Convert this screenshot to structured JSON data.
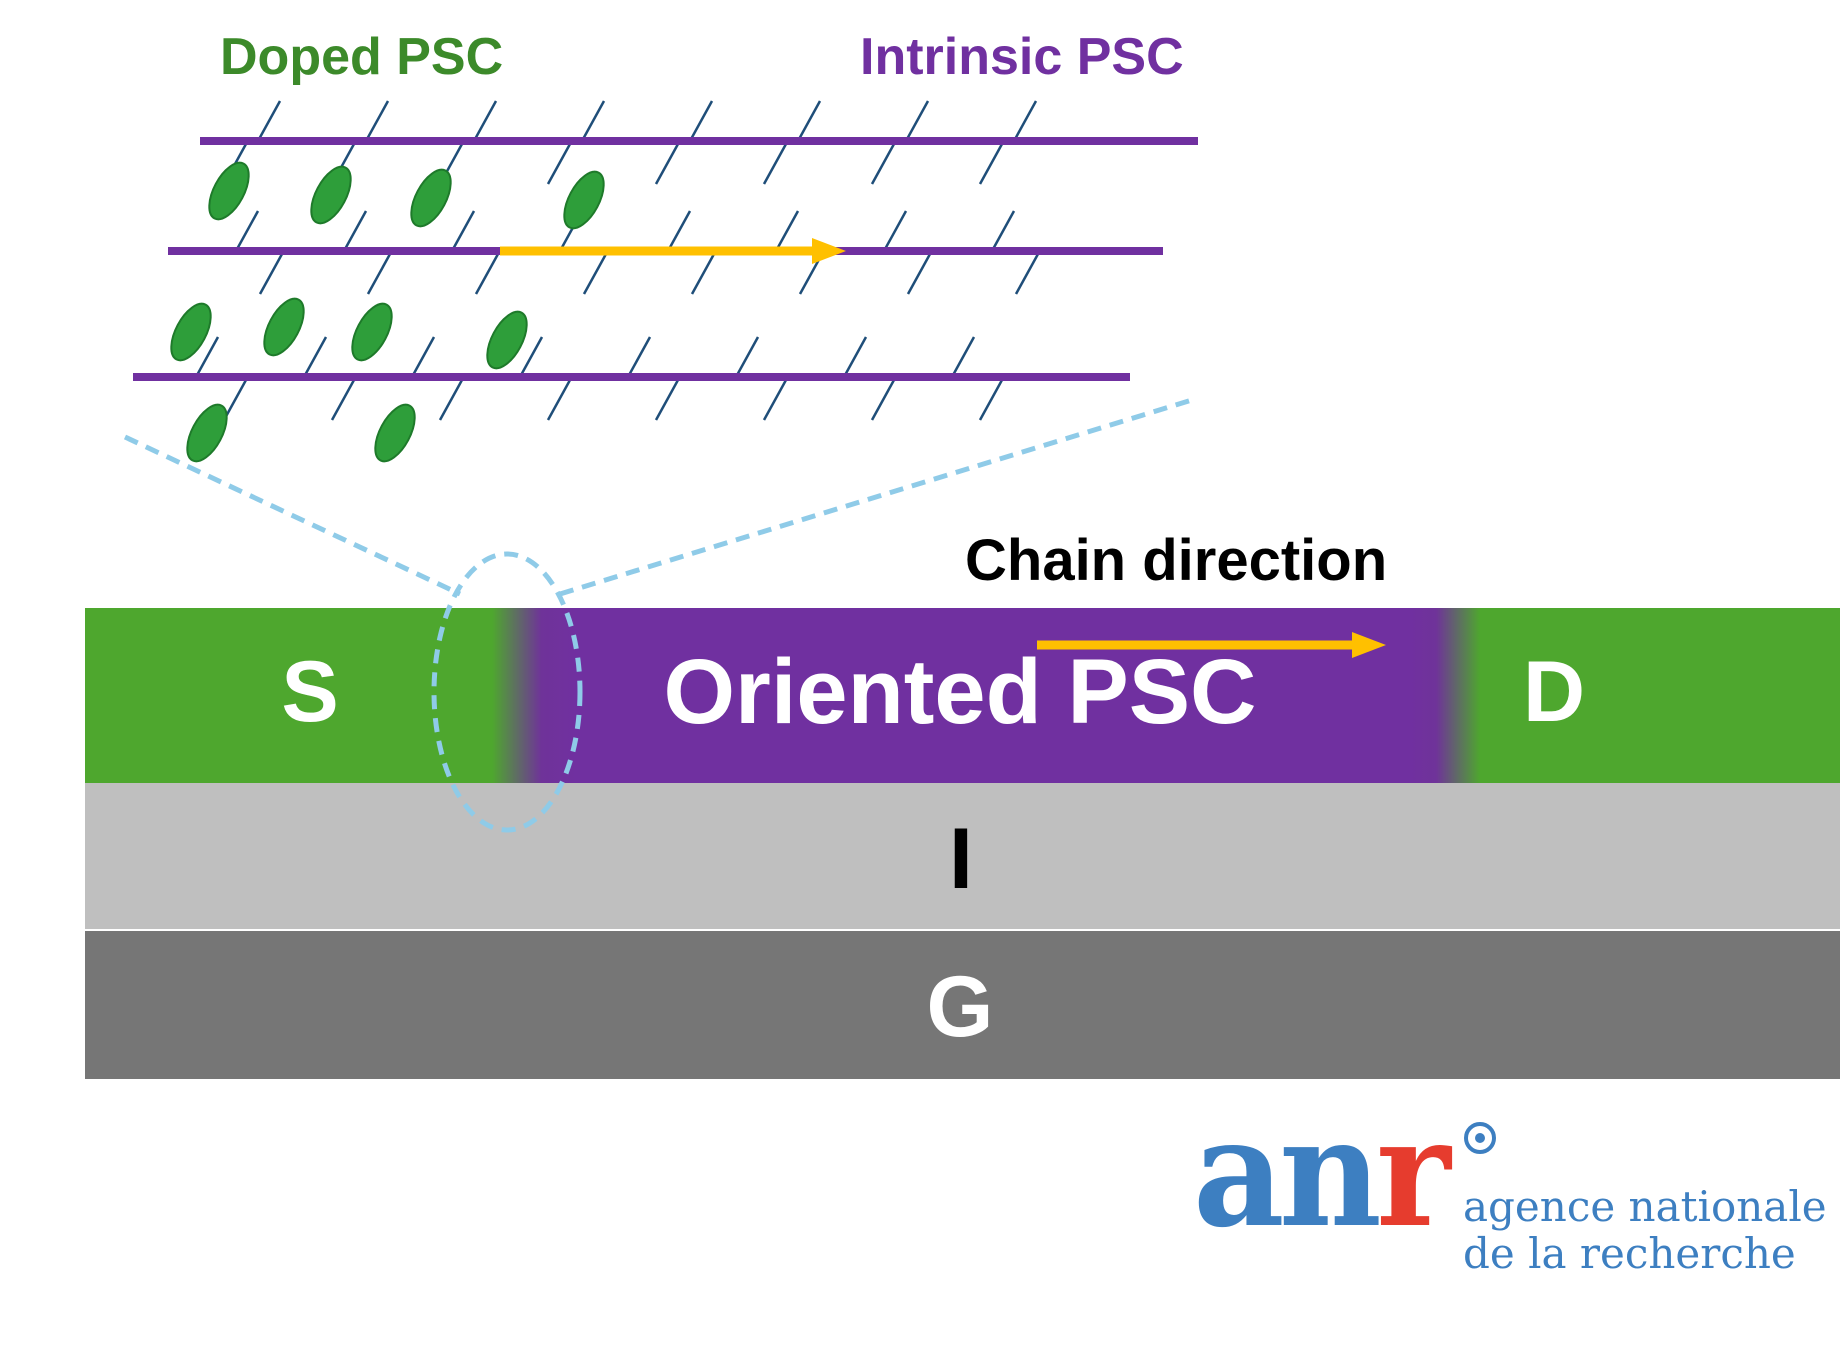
{
  "legend": {
    "doped_label": "Doped PSC",
    "intrinsic_label": "Intrinsic PSC"
  },
  "device": {
    "chain_direction_label": "Chain direction",
    "source_label": "S",
    "channel_label": "Oriented PSC",
    "drain_label": "D",
    "insulator_label": "I",
    "gate_label": "G"
  },
  "logo": {
    "mark": "anr",
    "name_line1": "agence nationale",
    "name_line2": "de la recherche"
  },
  "colors": {
    "doped": "#4ea72e",
    "doped_dot": "#2e9e3a",
    "intrinsic": "#7030a0",
    "arrow": "#ffc000",
    "insulator": "#bfbfbf",
    "gate": "#767676",
    "zoom_outline": "#8fcbe8",
    "side_chain": "#1f4e79",
    "logo_blue": "#3d7fc1",
    "logo_red": "#e63c2e"
  }
}
